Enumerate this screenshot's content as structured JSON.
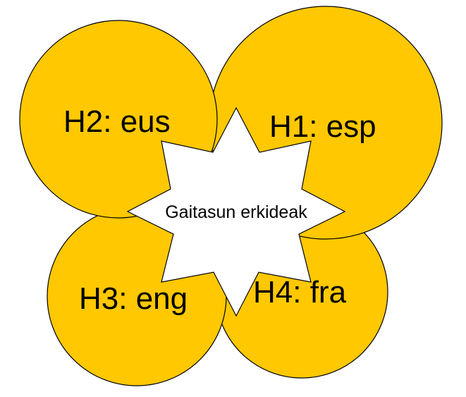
{
  "diagram": {
    "colors": {
      "circle_fill": "#ffc800",
      "outline": "#000000",
      "star_fill": "#ffffff"
    },
    "center_label": "Gaitasun erkideak",
    "hypotheses": [
      {
        "label": "H1: esp"
      },
      {
        "label": "H2: eus"
      },
      {
        "label": "H3: eng"
      },
      {
        "label": "H4: fra"
      }
    ]
  }
}
